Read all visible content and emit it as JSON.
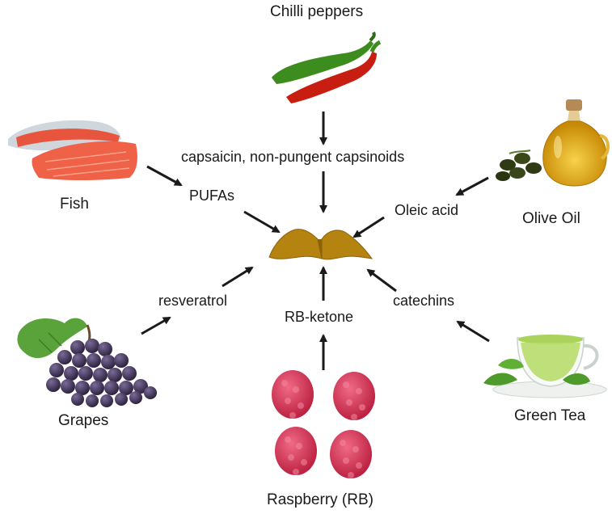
{
  "foods": {
    "chilli": "Chilli peppers",
    "fish": "Fish",
    "olive_oil": "Olive Oil",
    "grapes": "Grapes",
    "green_tea": "Green Tea",
    "raspberry": "Raspberry (RB)"
  },
  "compounds": {
    "capsaicin": "capsaicin, non-pungent capsinoids",
    "pufas": "PUFAs",
    "oleic": "Oleic acid",
    "resveratrol": "resveratrol",
    "rb_ketone": "RB-ketone",
    "catechins": "catechins"
  },
  "colors": {
    "arrow": "#1a1a1a",
    "adipose": "#b5830f",
    "fish": "#e8553e",
    "chilli_red": "#c81e12",
    "chilli_green": "#3d8c1e",
    "olive": "#2f3a14",
    "oil": "#e0a60c",
    "grape": "#3c2f55",
    "raspberry": "#d62a4a",
    "tea": "#a9d35a"
  },
  "icons": [
    "chilli-peppers-image",
    "fish-fillet-image",
    "olive-oil-image",
    "grapes-image",
    "green-tea-image",
    "raspberry-image",
    "adipose-tissue-image"
  ]
}
